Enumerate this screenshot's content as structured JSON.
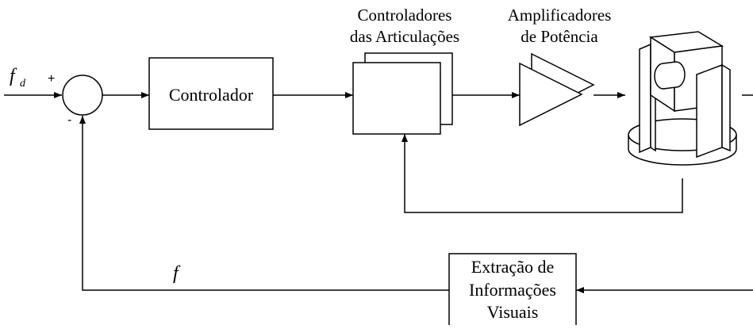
{
  "diagram": {
    "input_signal": {
      "symbol": "f",
      "subscript": "d"
    },
    "summing_junction": {
      "plus_sign": "+",
      "minus_sign": "-"
    },
    "controller": {
      "label": "Controlador"
    },
    "joint_controllers": {
      "title_line1": "Controladores",
      "title_line2": "das Articulações"
    },
    "power_amplifiers": {
      "title_line1": "Amplificadores",
      "title_line2": "de Potência"
    },
    "feedback_signal": {
      "symbol": "f"
    },
    "visual_extraction": {
      "line1": "Extração de",
      "line2": "Informações",
      "line3": "Visuais"
    },
    "plant": {
      "icon": "robot-camera-icon"
    }
  }
}
